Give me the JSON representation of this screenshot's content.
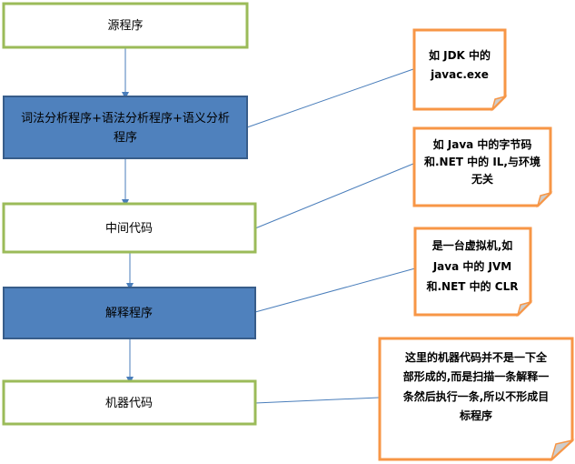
{
  "colors": {
    "stage_border_green": "#9bbb59",
    "stage_fill_white": "#ffffff",
    "process_fill_blue": "#4f81bd",
    "process_border_blue": "#385d8a",
    "arrow_blue": "#4a7ebb",
    "note_border_orange": "#f79646",
    "note_fill": "#ffffff",
    "note_fold": "#cdcdcd",
    "text": "#000000"
  },
  "stages": {
    "source": "源程序",
    "analysis_line1": "词法分析程序+语法分析程序+语义分析",
    "analysis_line2": "程序",
    "intermediate": "中间代码",
    "interpreter": "解释程序",
    "machine_code": "机器代码"
  },
  "notes": {
    "compiler": [
      "如 JDK 中的",
      "javac.exe"
    ],
    "intermediate": [
      "如 Java 中的字节码",
      "和.NET 中的 IL,与环境",
      "无关"
    ],
    "virtual_machine": [
      "是一台虚拟机,如",
      "Java 中的 JVM",
      "和.NET 中的 CLR"
    ],
    "machine_code": [
      "这里的机器代码并不是一下全",
      "部形成的,而是扫描一条解释一",
      "条然后执行一条,所以不形成目",
      "标程序"
    ]
  }
}
